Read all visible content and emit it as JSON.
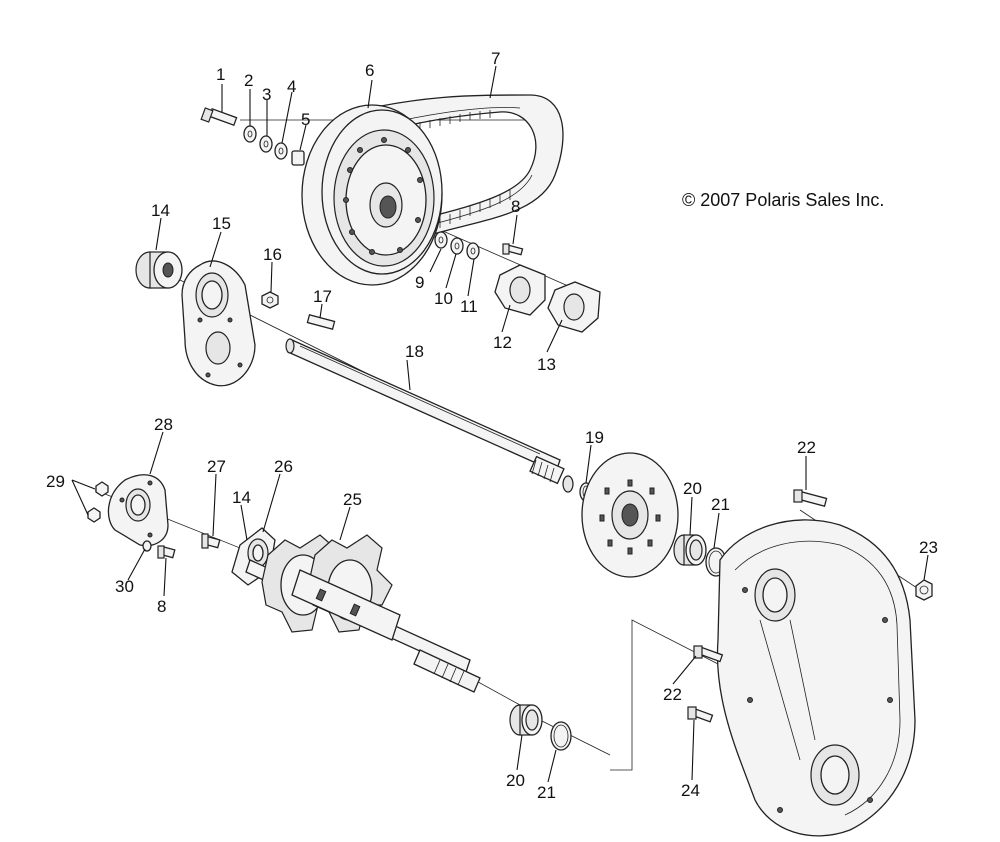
{
  "copyright": "© 2007 Polaris Sales Inc.",
  "callouts": [
    "1",
    "2",
    "3",
    "4",
    "5",
    "6",
    "7",
    "8",
    "9",
    "10",
    "11",
    "12",
    "13",
    "14",
    "15",
    "16",
    "17",
    "18",
    "19",
    "20",
    "21",
    "22",
    "23",
    "24",
    "25",
    "26",
    "27",
    "28",
    "29",
    "30"
  ]
}
